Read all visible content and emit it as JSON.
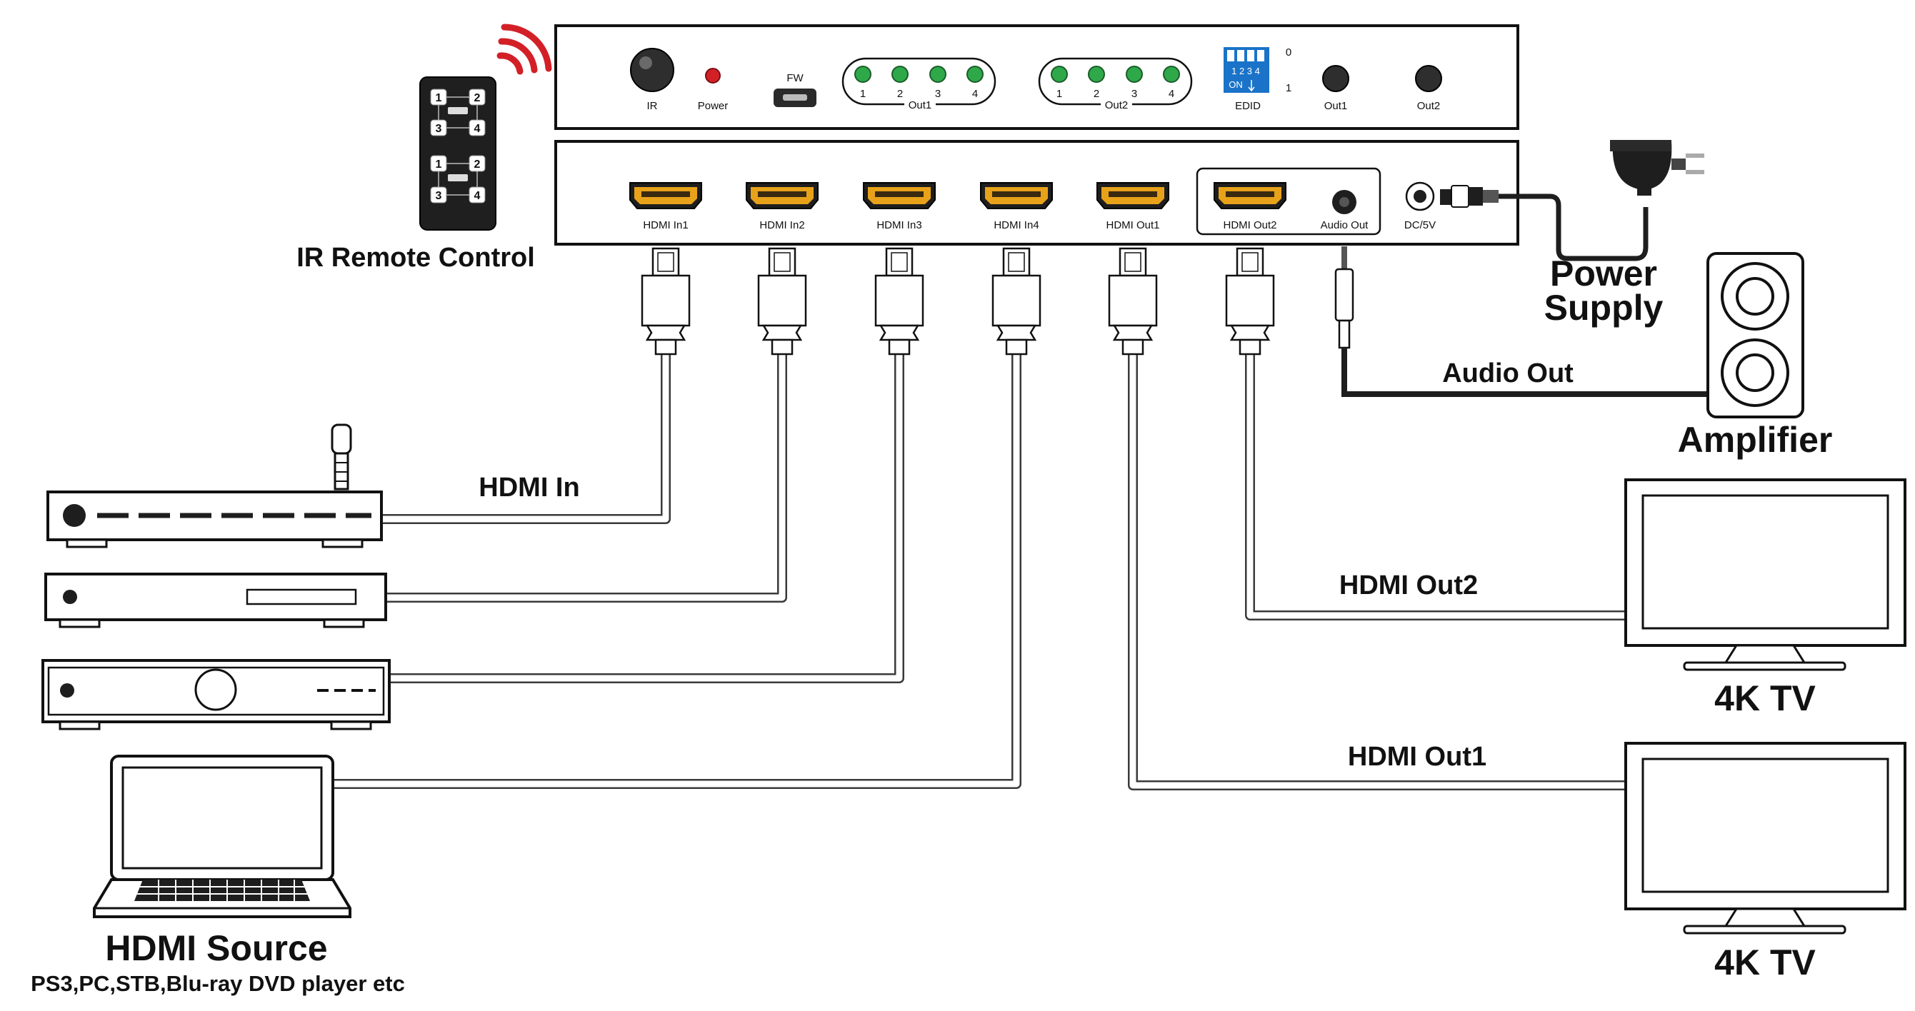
{
  "colors": {
    "led_green": "#2fa84a",
    "led_red": "#d32027",
    "hdmi_gold": "#e8a21a",
    "signal_red": "#d32027",
    "dip_blue": "#1a73c8"
  },
  "front_panel": {
    "ir": "IR",
    "power": "Power",
    "fw": "FW",
    "out1_leds": [
      "1",
      "2",
      "3",
      "4"
    ],
    "out1_group": "Out1",
    "out2_leds": [
      "1",
      "2",
      "3",
      "4"
    ],
    "out2_group": "Out2",
    "dip_numbers": "1 2 3 4",
    "dip_on": "ON",
    "dip_0": "0",
    "dip_1": "1",
    "edid": "EDID",
    "btn_out1": "Out1",
    "btn_out2": "Out2"
  },
  "rear_panel": {
    "in1": "HDMI In1",
    "in2": "HDMI In2",
    "in3": "HDMI In3",
    "in4": "HDMI In4",
    "out1": "HDMI Out1",
    "out2": "HDMI Out2",
    "audio_out": "Audio Out",
    "dc": "DC/5V"
  },
  "remote": {
    "label": "IR Remote Control",
    "buttons": [
      "1",
      "2",
      "3",
      "4",
      "1",
      "2",
      "3",
      "4"
    ]
  },
  "labels": {
    "power_supply_1": "Power",
    "power_supply_2": "Supply",
    "audio_out": "Audio Out",
    "amplifier": "Amplifier",
    "hdmi_in": "HDMI In",
    "hdmi_out2": "HDMI Out2",
    "hdmi_out1": "HDMI Out1",
    "tv1": "4K TV",
    "tv2": "4K TV",
    "source_title": "HDMI Source",
    "source_sub": "PS3,PC,STB,Blu-ray DVD player etc"
  }
}
